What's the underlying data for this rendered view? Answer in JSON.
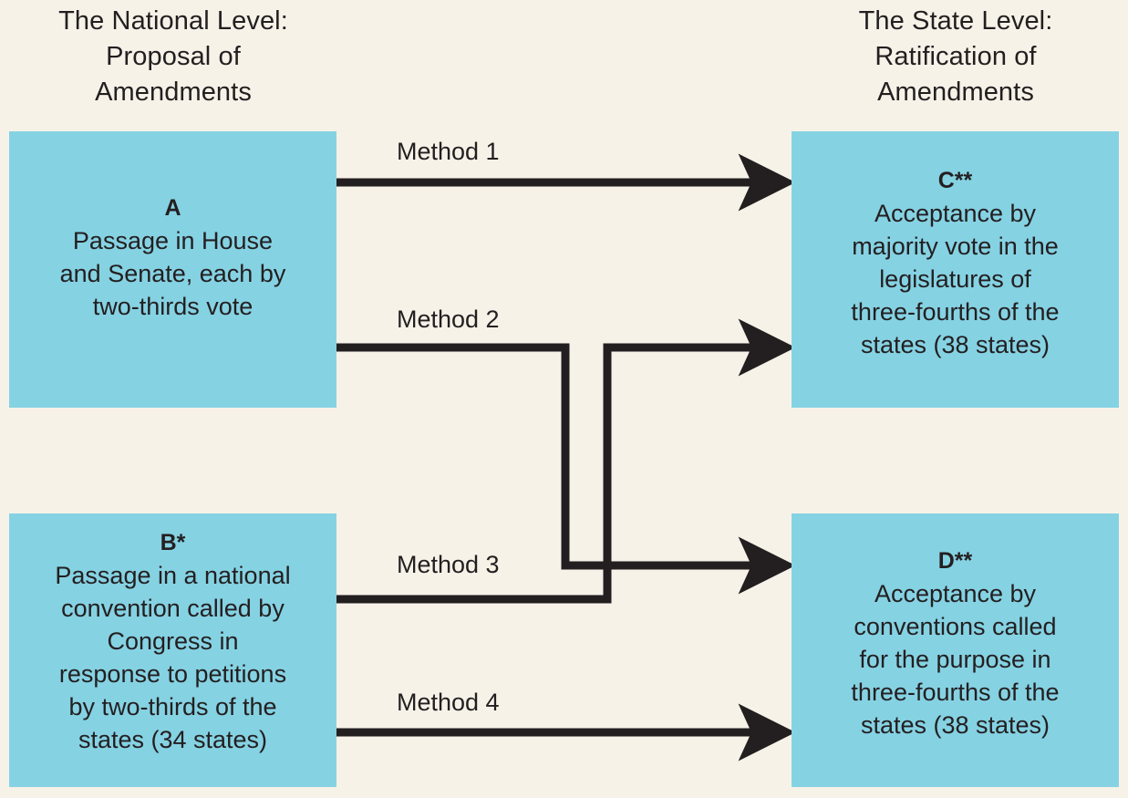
{
  "palette": {
    "background": "#f7f2e8",
    "box_fill": "#85d2e3",
    "ink": "#231f20",
    "connector": "#231f20"
  },
  "columns": {
    "left_heading": "The National Level:\nProposal of\nAmendments",
    "right_heading": "The State Level:\nRatification of\nAmendments"
  },
  "nodes": {
    "a": {
      "label": "A",
      "text": "Passage in House\nand Senate, each by\ntwo-thirds vote"
    },
    "b": {
      "label": "B*",
      "text": "Passage in a national\nconvention called by\nCongress in\nresponse to petitions\nby two-thirds of the\nstates (34 states)"
    },
    "c": {
      "label": "C**",
      "text": "Acceptance by\nmajority vote in the\nlegislatures of\nthree-fourths of the\nstates (38 states)"
    },
    "d": {
      "label": "D**",
      "text": "Acceptance by\nconventions called\nfor the purpose in\nthree-fourths of the\nstates (38 states)"
    }
  },
  "connectors": [
    {
      "id": "method-1",
      "label": "Method 1",
      "from": "a",
      "to": "c",
      "shape": "straight"
    },
    {
      "id": "method-2",
      "label": "Method 2",
      "from": "a",
      "to": "d",
      "shape": "crossover-down"
    },
    {
      "id": "method-3",
      "label": "Method 3",
      "from": "b",
      "to": "c",
      "shape": "crossover-up"
    },
    {
      "id": "method-4",
      "label": "Method 4",
      "from": "b",
      "to": "d",
      "shape": "straight"
    }
  ]
}
